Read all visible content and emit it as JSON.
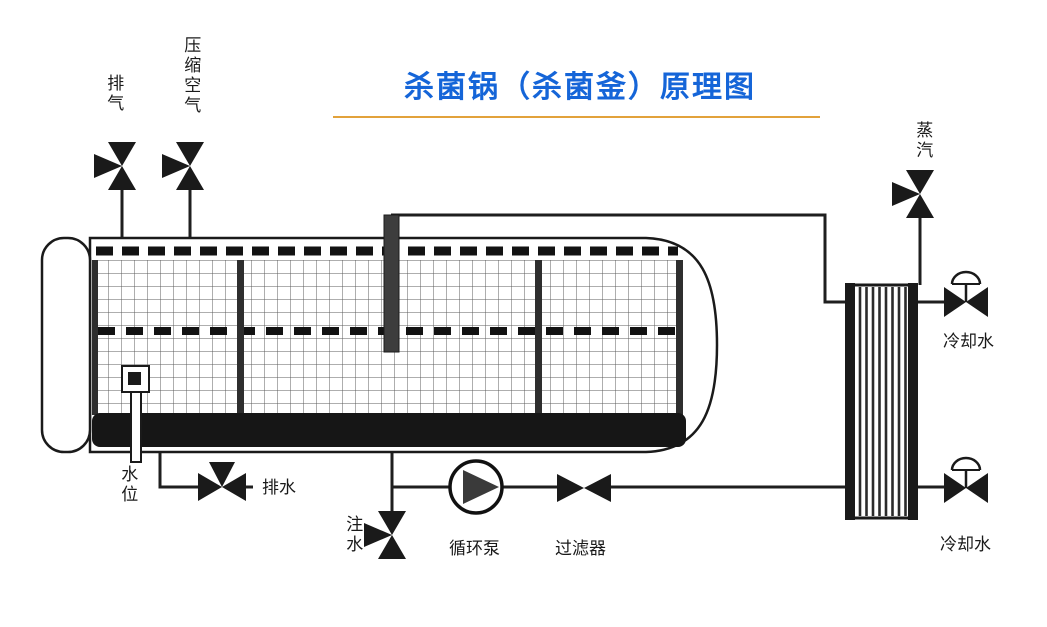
{
  "title": "杀菌锅（杀菌釜）原理图",
  "colors": {
    "title_blue": "#1565d8",
    "underline_orange": "#e2a23b",
    "line_ink": "#1a1a1a"
  },
  "labels": {
    "exhaust": "排气",
    "compressed_air": "压缩空气",
    "steam": "蒸汽",
    "cooling_water_top": "冷却水",
    "cooling_water_bottom": "冷却水",
    "water_level": "水位",
    "drain": "排水",
    "water_fill": "注水",
    "pump": "循环泵",
    "filter": "过滤器"
  },
  "icons": {
    "valve": "bowtie-valve-symbol",
    "globe_valve": "globe-valve-symbol",
    "pump": "circle-triangle-pump-symbol",
    "filter": "dark-bowtie-filter-symbol"
  }
}
